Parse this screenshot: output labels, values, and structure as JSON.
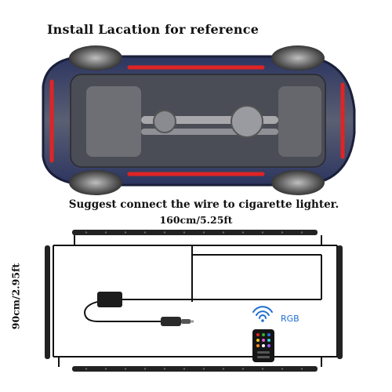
{
  "header": {
    "title": "Install Lacation for reference"
  },
  "car_image": {
    "icon": "car-underbody-photo"
  },
  "notes": {
    "suggest": "Suggest connect the wire to cigarette lighter.",
    "length_horizontal": "160cm/5.25ft",
    "length_vertical": "90cm/2.95ft"
  },
  "accessories": {
    "rgb_label": "RGB",
    "wifi_icon": "wireless-signal-icon",
    "remote_icon": "remote-control-icon",
    "controller_icon": "control-box-icon",
    "plug_icon": "cigarette-lighter-plug-icon"
  },
  "colors": {
    "strip_highlight": "#e02424",
    "strip_body": "#222222",
    "rgb_blue": "#1f6fd1"
  }
}
